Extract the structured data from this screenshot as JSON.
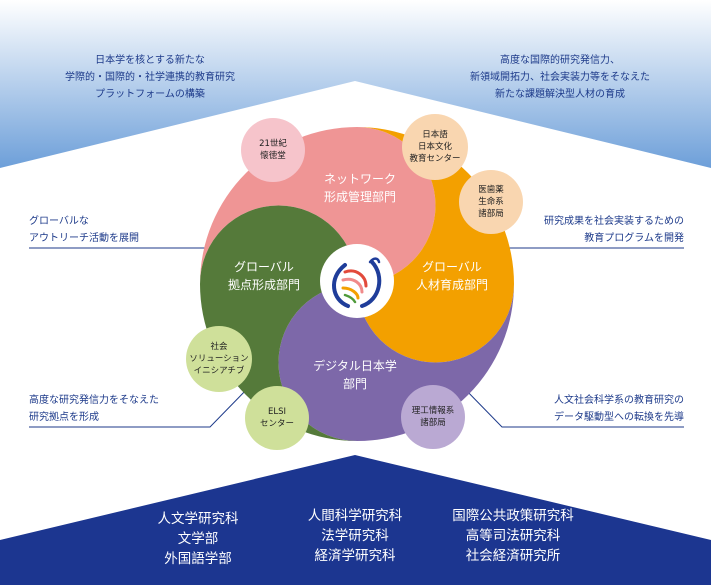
{
  "top_left_note": [
    "日本学を核とする新たな",
    "学際的・国際的・社学連携的教育研究",
    "プラットフォームの構築"
  ],
  "top_right_note": [
    "高度な国際的研究発信力、",
    "新領域開拓力、社会実装力等をそなえた",
    "新たな課題解決型人材の育成"
  ],
  "mid_left_note": [
    "グローバルな",
    "アウトリーチ活動を展開"
  ],
  "mid_right_note": [
    "研究成果を社会実装するための",
    "教育プログラムを開発"
  ],
  "bottom_left_note": [
    "高度な研究発信力をそなえた",
    "研究拠点を形成"
  ],
  "bottom_right_note": [
    "人文社会科学系の教育研究の",
    "データ駆動型への転換を先導"
  ],
  "segments": {
    "network": [
      "ネットワーク",
      "形成管理部門"
    ],
    "global_talent": [
      "グローバル",
      "人材育成部門"
    ],
    "digital": [
      "デジタル日本学",
      "部門"
    ],
    "global_hub": [
      "グローバル",
      "拠点形成部門"
    ]
  },
  "satellites": {
    "kaitokudo": [
      "21世紀",
      "懐徳堂"
    ],
    "japanese_center": [
      "日本語",
      "日本文化",
      "教育センター"
    ],
    "medical": [
      "医歯薬",
      "生命系",
      "諸部局"
    ],
    "social_solution": [
      "社会",
      "ソリューション",
      "イニシアチブ"
    ],
    "elsi": [
      "ELSI",
      "センター"
    ],
    "science": [
      "理工情報系",
      "諸部局"
    ]
  },
  "faculties": [
    [
      "人文学研究科",
      "文学部",
      "外国語学部"
    ],
    [
      "人間科学研究科",
      "法学研究科",
      "経済学研究科"
    ],
    [
      "国際公共政策研究科",
      "高等司法研究科",
      "社会経済研究所"
    ]
  ],
  "colors": {
    "pink": "#ef9595",
    "orange": "#f3a000",
    "purple": "#7d68a9",
    "green": "#557a3a",
    "navy": "#1c3690"
  }
}
